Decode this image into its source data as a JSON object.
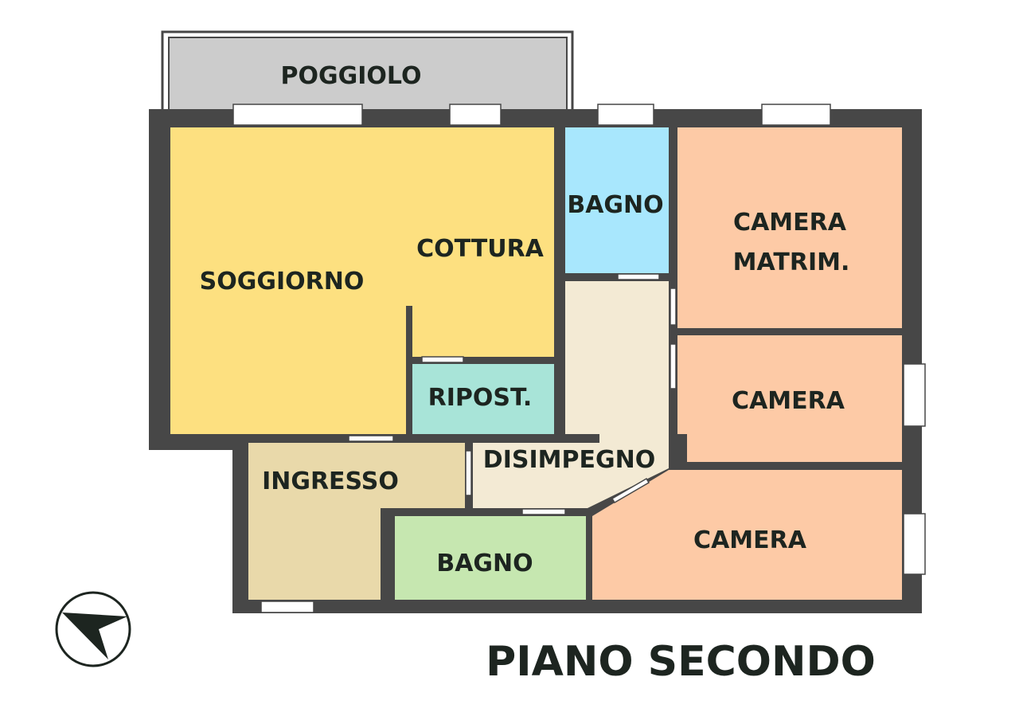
{
  "floor_title": "PIANO SECONDO",
  "colors": {
    "wall": "#474747",
    "window": "#ffffff",
    "text": "#1d2520",
    "compass": "#1d2520"
  },
  "rooms": {
    "poggiolo": {
      "label": "POGGIOLO",
      "color": "#cccccc"
    },
    "soggiorno": {
      "label": "SOGGIORNO",
      "color": "#fde080"
    },
    "cottura": {
      "label": "COTTURA",
      "color": "#fde080"
    },
    "bagno_top": {
      "label": "BAGNO",
      "color": "#a8e7fd"
    },
    "camera_matrim": {
      "label_line1": "CAMERA",
      "label_line2": "MATRIM.",
      "color": "#fdcaa6"
    },
    "ripost": {
      "label": "RIPOST.",
      "color": "#a8e4d8"
    },
    "camera_mid": {
      "label": "CAMERA",
      "color": "#fdcaa6"
    },
    "disimpegno": {
      "label": "DISIMPEGNO",
      "color": "#f3ead4"
    },
    "ingresso": {
      "label": "INGRESSO",
      "color": "#e9d9aa"
    },
    "bagno_bottom": {
      "label": "BAGNO",
      "color": "#c6e7b0"
    },
    "camera_bottom": {
      "label": "CAMERA",
      "color": "#fdcaa6"
    }
  },
  "compass_icon": "north-arrow"
}
